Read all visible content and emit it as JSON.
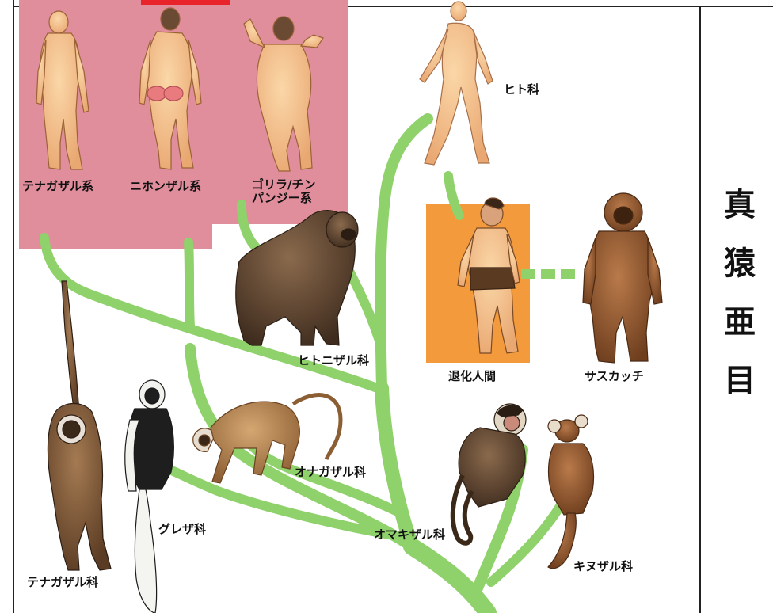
{
  "colors": {
    "branch": "#8fd16a",
    "pink_panel": "#e08d9c",
    "orange_panel": "#f29a3c",
    "red_tab": "#e8232a",
    "border": "#222222",
    "text": "#111111"
  },
  "side_title": [
    "真",
    "猿",
    "亜",
    "目"
  ],
  "labels": {
    "hominidae": "ヒト科",
    "gibbon_line": "テナガザル系",
    "macaque_line": "ニホンザル系",
    "gorilla_chimp_line": "ゴリラ/チン\nパンジー系",
    "pongidae": "ヒトニザル科",
    "regressed_human": "退化人間",
    "sasquatch": "サスカッチ",
    "atelidae": "オナガザル科",
    "colobus": "グレザ科",
    "cebidae": "オマキザル科",
    "gibbon_family": "テナガザル科",
    "callitrichidae": "キヌザル科"
  },
  "figures": [
    {
      "id": "human",
      "icon": "human-walking-figure"
    },
    {
      "id": "gibbon-descendant",
      "icon": "gibbon-descendant-figure"
    },
    {
      "id": "macaque-descendant",
      "icon": "macaque-descendant-figure"
    },
    {
      "id": "gorilla-descendant",
      "icon": "gorilla-descendant-figure"
    },
    {
      "id": "gorilla",
      "icon": "gorilla-figure"
    },
    {
      "id": "caveman",
      "icon": "caveman-figure"
    },
    {
      "id": "sasquatch",
      "icon": "sasquatch-figure"
    },
    {
      "id": "gibbon",
      "icon": "hanging-gibbon-figure"
    },
    {
      "id": "colobus",
      "icon": "colobus-monkey-figure"
    },
    {
      "id": "long-tailed-monkey",
      "icon": "long-tailed-monkey-figure"
    },
    {
      "id": "capuchin",
      "icon": "capuchin-monkey-figure"
    },
    {
      "id": "marmoset",
      "icon": "marmoset-figure"
    }
  ]
}
